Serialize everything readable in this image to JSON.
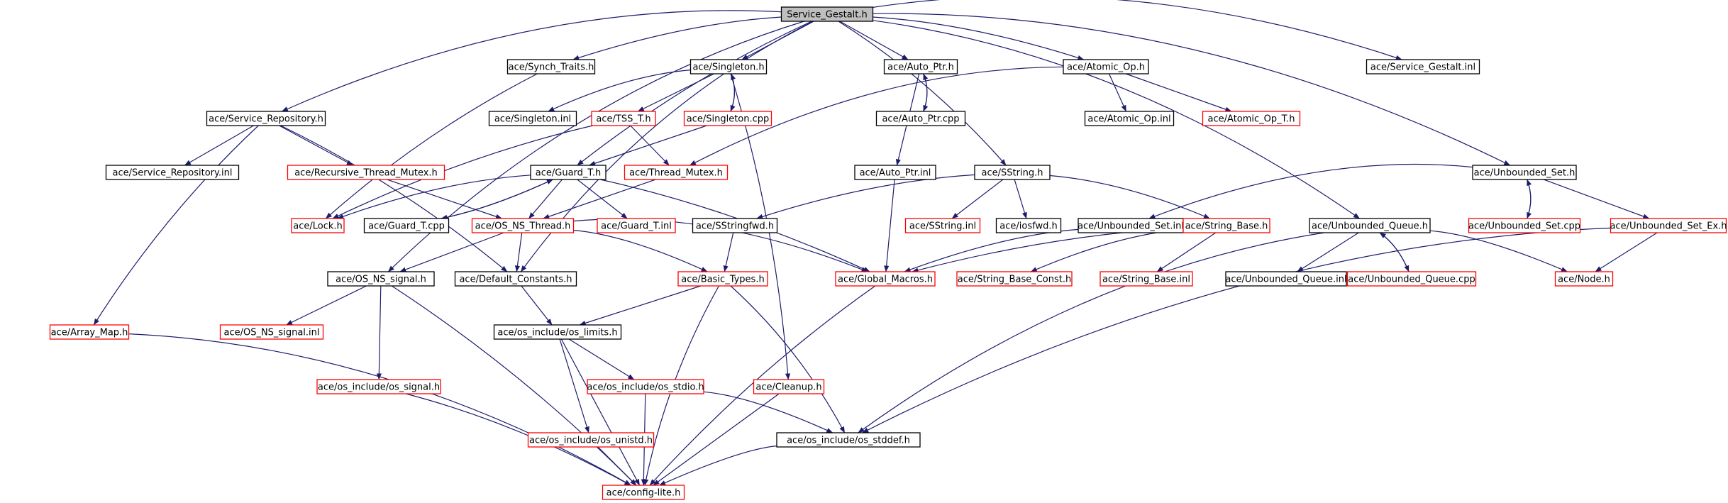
{
  "colors": {
    "root_fill": "#bfbfbf",
    "root_border": "#000000",
    "node_border": "#000000",
    "missing_border": "#ff0000",
    "edge": "#1c1c6e",
    "background": "#ffffff"
  },
  "nodes": [
    {
      "id": "gestalt",
      "label": "Service_Gestalt.h",
      "kind": "root"
    },
    {
      "id": "synch",
      "label": "ace/Synch_Traits.h",
      "kind": "normal"
    },
    {
      "id": "singleton",
      "label": "ace/Singleton.h",
      "kind": "normal"
    },
    {
      "id": "autoptr",
      "label": "ace/Auto_Ptr.h",
      "kind": "normal"
    },
    {
      "id": "atomic",
      "label": "ace/Atomic_Op.h",
      "kind": "normal"
    },
    {
      "id": "gestaltinl",
      "label": "ace/Service_Gestalt.inl",
      "kind": "normal"
    },
    {
      "id": "repo",
      "label": "ace/Service_Repository.h",
      "kind": "normal"
    },
    {
      "id": "singletoninl",
      "label": "ace/Singleton.inl",
      "kind": "normal"
    },
    {
      "id": "tss",
      "label": "ace/TSS_T.h",
      "kind": "missing"
    },
    {
      "id": "singletoncpp",
      "label": "ace/Singleton.cpp",
      "kind": "missing"
    },
    {
      "id": "autoptrcpp",
      "label": "ace/Auto_Ptr.cpp",
      "kind": "normal"
    },
    {
      "id": "atomicinl",
      "label": "ace/Atomic_Op.inl",
      "kind": "normal"
    },
    {
      "id": "atomict",
      "label": "ace/Atomic_Op_T.h",
      "kind": "missing"
    },
    {
      "id": "repoinl",
      "label": "ace/Service_Repository.inl",
      "kind": "normal"
    },
    {
      "id": "recmutex",
      "label": "ace/Recursive_Thread_Mutex.h",
      "kind": "missing"
    },
    {
      "id": "guardt",
      "label": "ace/Guard_T.h",
      "kind": "normal"
    },
    {
      "id": "thmutex",
      "label": "ace/Thread_Mutex.h",
      "kind": "missing"
    },
    {
      "id": "autoptrinl",
      "label": "ace/Auto_Ptr.inl",
      "kind": "normal"
    },
    {
      "id": "sstring",
      "label": "ace/SString.h",
      "kind": "normal"
    },
    {
      "id": "uset",
      "label": "ace/Unbounded_Set.h",
      "kind": "normal"
    },
    {
      "id": "lock",
      "label": "ace/Lock.h",
      "kind": "missing"
    },
    {
      "id": "guardcpp",
      "label": "ace/Guard_T.cpp",
      "kind": "normal"
    },
    {
      "id": "osthread",
      "label": "ace/OS_NS_Thread.h",
      "kind": "missing"
    },
    {
      "id": "guardinl",
      "label": "ace/Guard_T.inl",
      "kind": "missing"
    },
    {
      "id": "sstringfwd",
      "label": "ace/SStringfwd.h",
      "kind": "normal"
    },
    {
      "id": "sstringinl",
      "label": "ace/SString.inl",
      "kind": "missing"
    },
    {
      "id": "iosfwd",
      "label": "ace/iosfwd.h",
      "kind": "normal"
    },
    {
      "id": "usetinl",
      "label": "ace/Unbounded_Set.inl",
      "kind": "normal"
    },
    {
      "id": "strbase",
      "label": "ace/String_Base.h",
      "kind": "missing"
    },
    {
      "id": "uqueue",
      "label": "ace/Unbounded_Queue.h",
      "kind": "normal"
    },
    {
      "id": "usetcpp",
      "label": "ace/Unbounded_Set.cpp",
      "kind": "missing"
    },
    {
      "id": "usetex",
      "label": "ace/Unbounded_Set_Ex.h",
      "kind": "missing"
    },
    {
      "id": "ossignal",
      "label": "ace/OS_NS_signal.h",
      "kind": "normal"
    },
    {
      "id": "defconst",
      "label": "ace/Default_Constants.h",
      "kind": "normal"
    },
    {
      "id": "basictypes",
      "label": "ace/Basic_Types.h",
      "kind": "missing"
    },
    {
      "id": "globalmacros",
      "label": "ace/Global_Macros.h",
      "kind": "missing"
    },
    {
      "id": "strbaseconst",
      "label": "ace/String_Base_Const.h",
      "kind": "missing"
    },
    {
      "id": "strbaseinl",
      "label": "ace/String_Base.inl",
      "kind": "missing"
    },
    {
      "id": "uqueueinl",
      "label": "ace/Unbounded_Queue.inl",
      "kind": "normal"
    },
    {
      "id": "uqueuecpp",
      "label": "ace/Unbounded_Queue.cpp",
      "kind": "missing"
    },
    {
      "id": "node",
      "label": "ace/Node.h",
      "kind": "missing"
    },
    {
      "id": "arraymap",
      "label": "ace/Array_Map.h",
      "kind": "missing"
    },
    {
      "id": "ossignalinl",
      "label": "ace/OS_NS_signal.inl",
      "kind": "missing"
    },
    {
      "id": "oslimits",
      "label": "ace/os_include/os_limits.h",
      "kind": "normal"
    },
    {
      "id": "ossig",
      "label": "ace/os_include/os_signal.h",
      "kind": "missing"
    },
    {
      "id": "osstdio",
      "label": "ace/os_include/os_stdio.h",
      "kind": "missing"
    },
    {
      "id": "cleanup",
      "label": "ace/Cleanup.h",
      "kind": "missing"
    },
    {
      "id": "osunistd",
      "label": "ace/os_include/os_unistd.h",
      "kind": "missing"
    },
    {
      "id": "osstddef",
      "label": "ace/os_include/os_stddef.h",
      "kind": "normal"
    },
    {
      "id": "config",
      "label": "ace/config-lite.h",
      "kind": "missing"
    }
  ],
  "edges": [
    {
      "from": "gestalt",
      "to": "synch"
    },
    {
      "from": "gestalt",
      "to": "singleton"
    },
    {
      "from": "gestalt",
      "to": "autoptr"
    },
    {
      "from": "gestalt",
      "to": "atomic"
    },
    {
      "from": "gestalt",
      "to": "gestaltinl"
    },
    {
      "from": "gestalt",
      "to": "repo"
    },
    {
      "from": "gestalt",
      "to": "guardt"
    },
    {
      "from": "gestalt",
      "to": "sstring"
    },
    {
      "from": "gestalt",
      "to": "uset"
    },
    {
      "from": "gestalt",
      "to": "uqueue"
    },
    {
      "from": "gestalt",
      "to": "ossignal"
    },
    {
      "from": "gestalt",
      "to": "defconst"
    },
    {
      "from": "synch",
      "to": "lock"
    },
    {
      "from": "singleton",
      "to": "singletoninl"
    },
    {
      "from": "singleton",
      "to": "tss"
    },
    {
      "from": "singleton",
      "to": "singletoncpp"
    },
    {
      "from": "singleton",
      "to": "cleanup"
    },
    {
      "from": "singletoncpp",
      "to": "singleton"
    },
    {
      "from": "singletoncpp",
      "to": "guardt"
    },
    {
      "from": "tss",
      "to": "thmutex"
    },
    {
      "from": "tss",
      "to": "lock"
    },
    {
      "from": "autoptr",
      "to": "autoptrcpp"
    },
    {
      "from": "autoptr",
      "to": "autoptrinl"
    },
    {
      "from": "autoptrcpp",
      "to": "autoptr"
    },
    {
      "from": "atomic",
      "to": "atomicinl"
    },
    {
      "from": "atomic",
      "to": "atomict"
    },
    {
      "from": "atomic",
      "to": "thmutex"
    },
    {
      "from": "repo",
      "to": "repoinl"
    },
    {
      "from": "repo",
      "to": "recmutex"
    },
    {
      "from": "repo",
      "to": "arraymap"
    },
    {
      "from": "repo",
      "to": "defconst"
    },
    {
      "from": "recmutex",
      "to": "osthread"
    },
    {
      "from": "guardt",
      "to": "lock"
    },
    {
      "from": "guardt",
      "to": "guardcpp"
    },
    {
      "from": "guardt",
      "to": "osthread"
    },
    {
      "from": "guardt",
      "to": "guardinl"
    },
    {
      "from": "guardt",
      "to": "globalmacros"
    },
    {
      "from": "guardcpp",
      "to": "guardt"
    },
    {
      "from": "thmutex",
      "to": "osthread"
    },
    {
      "from": "autoptrinl",
      "to": "globalmacros"
    },
    {
      "from": "sstring",
      "to": "sstringfwd"
    },
    {
      "from": "sstring",
      "to": "sstringinl"
    },
    {
      "from": "sstring",
      "to": "iosfwd"
    },
    {
      "from": "sstring",
      "to": "strbase"
    },
    {
      "from": "uset",
      "to": "usetinl"
    },
    {
      "from": "uset",
      "to": "usetcpp"
    },
    {
      "from": "uset",
      "to": "usetex"
    },
    {
      "from": "usetcpp",
      "to": "uset"
    },
    {
      "from": "usetex",
      "to": "node"
    },
    {
      "from": "usetex",
      "to": "osstddef"
    },
    {
      "from": "osthread",
      "to": "ossignal"
    },
    {
      "from": "osthread",
      "to": "defconst"
    },
    {
      "from": "osthread",
      "to": "basictypes"
    },
    {
      "from": "osthread",
      "to": "globalmacros"
    },
    {
      "from": "sstringfwd",
      "to": "basictypes"
    },
    {
      "from": "usetinl",
      "to": "globalmacros"
    },
    {
      "from": "strbase",
      "to": "globalmacros"
    },
    {
      "from": "strbase",
      "to": "strbaseconst"
    },
    {
      "from": "strbase",
      "to": "strbaseinl"
    },
    {
      "from": "uqueue",
      "to": "uqueueinl"
    },
    {
      "from": "uqueue",
      "to": "uqueuecpp"
    },
    {
      "from": "uqueue",
      "to": "node"
    },
    {
      "from": "uqueue",
      "to": "osstddef"
    },
    {
      "from": "uqueuecpp",
      "to": "uqueue"
    },
    {
      "from": "ossignal",
      "to": "ossignalinl"
    },
    {
      "from": "ossignal",
      "to": "ossig"
    },
    {
      "from": "ossignal",
      "to": "config"
    },
    {
      "from": "defconst",
      "to": "oslimits"
    },
    {
      "from": "basictypes",
      "to": "oslimits"
    },
    {
      "from": "basictypes",
      "to": "osstddef"
    },
    {
      "from": "basictypes",
      "to": "config"
    },
    {
      "from": "globalmacros",
      "to": "config"
    },
    {
      "from": "arraymap",
      "to": "config"
    },
    {
      "from": "oslimits",
      "to": "osstdio"
    },
    {
      "from": "oslimits",
      "to": "osunistd"
    },
    {
      "from": "oslimits",
      "to": "config"
    },
    {
      "from": "ossig",
      "to": "config"
    },
    {
      "from": "osstdio",
      "to": "osstddef"
    },
    {
      "from": "osstdio",
      "to": "config"
    },
    {
      "from": "cleanup",
      "to": "config"
    },
    {
      "from": "osunistd",
      "to": "config"
    },
    {
      "from": "osstddef",
      "to": "config"
    }
  ]
}
